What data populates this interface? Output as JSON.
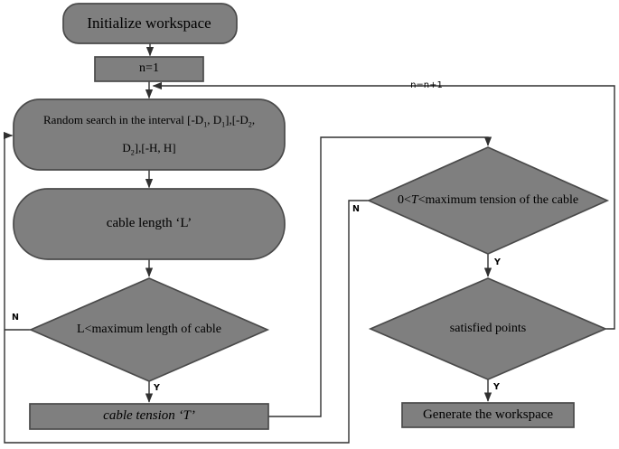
{
  "colors": {
    "shape_fill": "#7f7f7f",
    "shape_border": "#4a4a4a",
    "line": "#303030",
    "text": "#000000",
    "background": "#ffffff"
  },
  "nodes": {
    "init": {
      "label": "Initialize workspace"
    },
    "n1": {
      "label": "n=1"
    },
    "random": {
      "l1a": "Random search in the interval [-D",
      "l1s1": "1",
      "l1b": ", D",
      "l1s2": "1",
      "l1c": "],[-D",
      "l1s3": "2",
      "l1d": ",",
      "l2a": "D",
      "l2s1": "2",
      "l2b": "],[-H, H]"
    },
    "cable_length": {
      "label": "cable length ‘L’"
    },
    "l_check": {
      "label": "L<maximum length of cable"
    },
    "cable_tension": {
      "label": "cable tension ‘T’"
    },
    "t_check": {
      "pre": "0<",
      "var": "T",
      "post": "<maximum tension of the cable"
    },
    "satisfied": {
      "label": "satisfied points"
    },
    "generate": {
      "label": "Generate the workspace"
    }
  },
  "edge_labels": {
    "l_check_no": "N",
    "l_check_yes": "Y",
    "t_check_no": "N",
    "t_check_yes": "Y",
    "satisfied_yes": "Y",
    "increment": "n=n+1"
  }
}
